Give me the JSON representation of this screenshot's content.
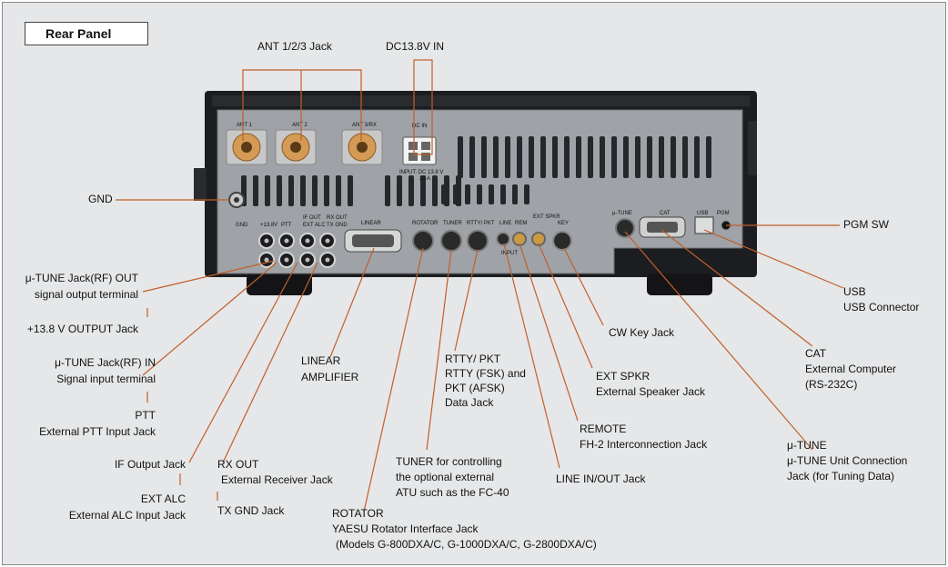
{
  "title": "Rear Panel",
  "device": {
    "ports": [
      "ANT 1",
      "ANT 2",
      "ANT 3/RX",
      "DC IN",
      "INPUT: DC 13.8 V",
      "23 A",
      "GND",
      "LINEAR",
      "ROTATOR",
      "TUNER",
      "RTTY/ PKT",
      "LINE",
      "REM",
      "EXT SPKR",
      "KEY",
      "μ-TUNE",
      "CAT",
      "USB",
      "PGM",
      "+13.8V",
      "PTT",
      "EXT ALC",
      "TX GND",
      "IF OUT",
      "RX OUT",
      "INPUT"
    ]
  },
  "callouts": {
    "ant": "ANT 1/2/3 Jack",
    "dc": "DC13.8V IN",
    "gnd": "GND",
    "pgm": "PGM SW",
    "utune_out_1": "μ-TUNE Jack(RF) OUT",
    "utune_out_2": "signal output terminal",
    "plus138": "+13.8 V OUTPUT Jack",
    "utune_in_1": "μ-TUNE Jack(RF) IN",
    "utune_in_2": "Signal input terminal",
    "ptt_1": "PTT",
    "ptt_2": "External PTT Input Jack",
    "if_out": "IF Output Jack",
    "ext_alc_1": "EXT ALC",
    "ext_alc_2": "External ALC Input Jack",
    "rx_out_1": "RX OUT",
    "rx_out_2": "External Receiver Jack",
    "tx_gnd": "TX GND Jack",
    "linear_1": "LINEAR",
    "linear_2": "AMPLIFIER",
    "rtty_1": "RTTY/ PKT",
    "rtty_2": "RTTY (FSK) and",
    "rtty_3": "PKT (AFSK)",
    "rtty_4": "Data Jack",
    "tuner_1": "TUNER for controlling",
    "tuner_2": "the optional external",
    "tuner_3": "ATU such as the FC-40",
    "rotator_1": "ROTATOR",
    "rotator_2": "YAESU Rotator Interface Jack",
    "rotator_3": "(Models G-800DXA/C, G-1000DXA/C, G-2800DXA/C)",
    "cw_key": "CW Key Jack",
    "ext_spkr_1": "EXT SPKR",
    "ext_spkr_2": "External Speaker Jack",
    "remote_1": "REMOTE",
    "remote_2": "FH-2 Interconnection Jack",
    "line_io": "LINE IN/OUT Jack",
    "usb_1": "USB",
    "usb_2": "USB Connector",
    "cat_1": "CAT",
    "cat_2": "External Computer",
    "cat_3": "(RS-232C)",
    "utune_1": "μ-TUNE",
    "utune_2": "μ-TUNE Unit Connection",
    "utune_3": "Jack (for Tuning Data)"
  },
  "colors": {
    "leader": "#c0602a",
    "panel": "#9fa2a6",
    "chassis": "#1c1d20"
  }
}
